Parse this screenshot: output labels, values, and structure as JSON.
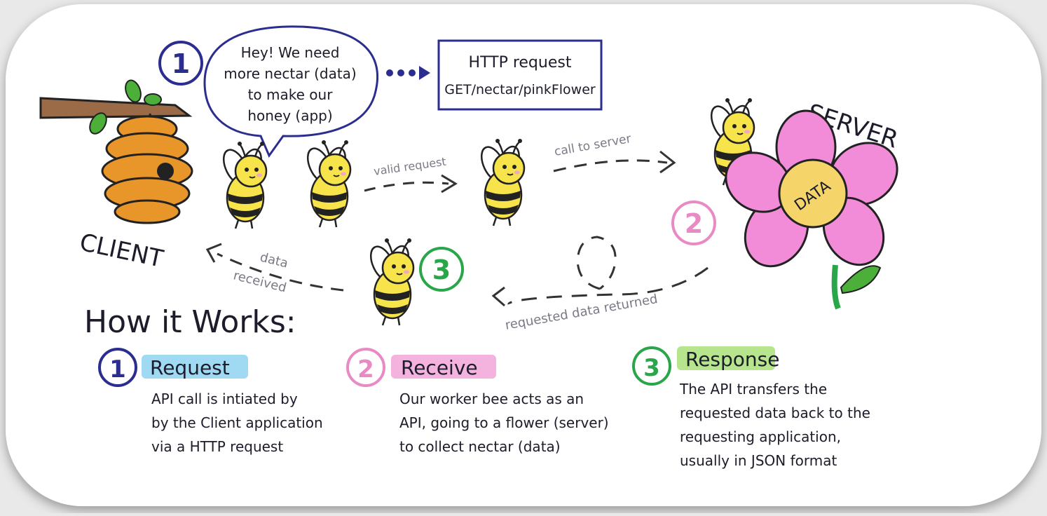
{
  "labels": {
    "client": "CLIENT",
    "server": "SERVER",
    "data_on_flower": "DATA",
    "speech_lines": [
      "Hey! We need",
      "more nectar (data)",
      "to make our",
      "honey (app)"
    ],
    "http_box_lines": [
      "HTTP request",
      "GET/nectar/pinkFlower"
    ],
    "valid_request": "valid request",
    "call_to_server": "call to server",
    "requested_data_returned": "requested data returned",
    "data_received_lines": [
      "data",
      "received"
    ]
  },
  "steps_on_diagram": [
    "1",
    "2",
    "3"
  ],
  "how_it_works": {
    "title": "How it Works:",
    "steps": [
      {
        "number": "1",
        "title": "Request",
        "lines": [
          "API call is intiated by",
          "by the Client application",
          "via a HTTP request"
        ]
      },
      {
        "number": "2",
        "title": "Receive",
        "lines": [
          "Our worker bee acts as an",
          "API, going to a flower (server)",
          "to collect nectar (data)"
        ]
      },
      {
        "number": "3",
        "title": "Response",
        "lines": [
          "The API transfers the",
          "requested data back to the",
          "requesting application,",
          "usually in JSON format"
        ]
      }
    ]
  },
  "colors": {
    "step1": "#2b2d8f",
    "step2": "#e88ac4",
    "step3": "#2aa64a",
    "highlight1": "#8fd4f0",
    "highlight2": "#f2a6d8",
    "highlight3": "#a9e07a",
    "bee_yellow": "#f7e34a",
    "hive": "#e8962a",
    "flower": "#f28bd8",
    "flower_center": "#f5d46a"
  }
}
